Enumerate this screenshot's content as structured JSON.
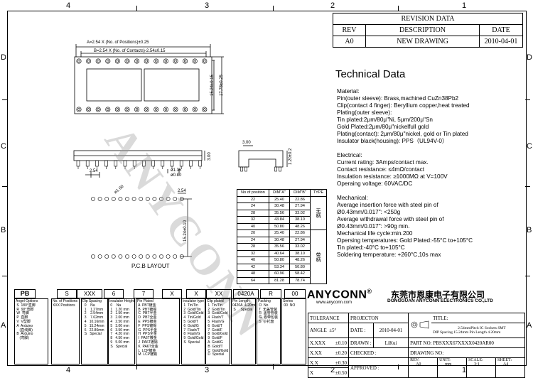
{
  "zones": {
    "top": [
      "4",
      "3",
      "2",
      "1"
    ],
    "side": [
      "D",
      "C",
      "B",
      "A"
    ]
  },
  "revision": {
    "title": "REVISION DATA",
    "headers": [
      "REV",
      "DESCRIPTION",
      "DATE"
    ],
    "row": [
      "A0",
      "NEW DRAWING",
      "2010-04-01"
    ]
  },
  "tech": {
    "title": "Technical Data",
    "lines": [
      "Material:",
      "Pin(outer sleeve): Brass,machined CuZn38Pb2",
      "Clip(contact 4 finger): Beryllium copper,heat treated",
      "Plating(outer sleeve):",
      "Tin plated:2μm/80μ\"Ni, 5μm/200μ\"Sn",
      "Gold Plated:2μm/80μ\"nickelfull gold",
      "Plating(contact): 2μm/80μ\"nickel, gold or Tin plated",
      "Insulator black(housing): PPS（UL94V-0）",
      "",
      "Electrical:",
      "Current rating: 3Amps/contact max.",
      "Contact resistance: ≤4mΩ/contact",
      "Insulation resistance: ≥1000MΩ at V=100V",
      "Operaing voltage: 60VAC/DC",
      "",
      "Mechanical:",
      "Average insertion force with steel pin of",
      "Ø0.43mm/0.017\": <250g",
      "Average withdrawal force with steel pin of",
      "Ø0.43mm/0.017\": >90g min.",
      "Mechanical life cycle:min.200",
      "Opersing temperatures: Gold Plated:-55°C to+105°C",
      "                              Tin plated:-40°C to+105°C",
      "Soldering temperature: +260°C,10s max"
    ]
  },
  "drawing": {
    "dim_a": "A=2.54 X (No. of Positions)±0.25",
    "dim_b": "B=2.54 X (No. of Contacts)-2.54±0.15",
    "dim_h1": "15.24±0.15",
    "dim_h2": "17.78±0.25",
    "dim_300": "3.00",
    "dim_120": "1.20±0.2",
    "dim_254": "2.54",
    "dim_135": "ø1.35",
    "dim_080": "ø0.80",
    "dim_100": "ø1.00",
    "dim_254b": "2.54",
    "dim_1524": "15.24±0.10",
    "dim_300b": "3.00",
    "pcb_label": "P.C.B LAYOUT",
    "watermark": "ANYCONN"
  },
  "pos_table": {
    "headers": [
      "No of position",
      "DIM\"A\"",
      "DIM\"B\"",
      "TYPE"
    ],
    "rows": [
      [
        "22",
        "25.40",
        "22.86"
      ],
      [
        "24",
        "30.48",
        "27.94"
      ],
      [
        "28",
        "35.56",
        "33.02"
      ],
      [
        "32",
        "43.84",
        "38.10"
      ],
      [
        "40",
        "50.80",
        "48.26"
      ],
      [
        "20",
        "25.40",
        "22.86"
      ],
      [
        "24",
        "30.48",
        "27.94"
      ],
      [
        "28",
        "35.56",
        "33.02"
      ],
      [
        "32",
        "40.64",
        "38.10"
      ],
      [
        "40",
        "50.80",
        "48.26"
      ],
      [
        "42",
        "53.34",
        "50.80"
      ],
      [
        "48",
        "60.96",
        "58.42"
      ],
      [
        "64",
        "81.28",
        "78.74"
      ]
    ],
    "type1": "无柄",
    "type2": "带柄"
  },
  "code": {
    "cells": [
      "PB",
      "S",
      "XXX",
      "6",
      "7",
      "X",
      "X",
      "XX",
      "0420A",
      "R",
      "00"
    ],
    "boxes": [
      "Angel Options\n S  180°直脚\n R  90°弯脚\n W  弯脚\n P  直脚\n V  V型脚\n A  Arduino\n    (直线脚)\n B  Arduino\n    (弯脚)",
      "No. of Positions\nXXX Positions",
      "Dip Spacing\n  0    Na\n  1    1.27mm\n  2    2.54mm\n  3    7.62mm\n  4   10.16mm\n  5   15.24mm\n  6   22.86mm\n  S   Special",
      "Insulator Height\n 0    Na\n 1   1.20 mm\n 2   1.50 mm\n 3   2.00 mm\n 4   2.50 mm\n 5   3.00 mm\n 6   3.50 mm\n 7   4.20 mm\n 8   4.50 mm\n 9   5.00 mm\n S   Special",
      "Pin Plated\n A  PBT镀金\n B  PBT镀锡\n C  PBT半金\n D  PBT全金\n E  PPS镀金\n F  PPS镀锡\n G  PPS半金\n H  PPS全金\n I  PA6T镀金\n J  PA6T镀锡\n K  PA6T全金\n L  LCP镀金\n M  LCP镀锡",
      "Insulator type\n 1  Tin/Tin\n 2  Gold/Tin\n 3  Gold/Gold\n 4  Tin/Gold\n 5  Gold/T\n 6  Gold/G\n 7  Flash/T\n 8  Flash/G\n 9  Gold/Gold\n S  Special",
      "Clip plated\n 1  Tin/Tin\n 2  Gold/Tin\n 3  Gold/Gold\n 4  Flash/T\n 5  Flash/G\n 6  Gold/T\n 7  Gold/F\n 8  Gold/Gold\n 9  Gold/F\n A  Gold/G\n B  Gold/T\n C  Gold/Gold\n D  Special",
      "Pin Length\n0420A  4.20mm\n S     Special",
      "Packing\n O  No\n T  无盖管装\n R  盖管管装\n G  卷带包装\n S  小托盘",
      "Series\n 00  NO"
    ]
  },
  "company": {
    "name": "ANYCONN",
    "reg": "®",
    "cn": "东莞市恩康电子有限公司",
    "en": "DONGGUAN  ANYCONN  ELECTRONICS CO.,LTD",
    "url": "www.anyconn.com"
  },
  "title_block": {
    "tolerance": "TOLERANCE",
    "angle_label": "ANGLE",
    "angle": "±5°",
    "tol": [
      [
        "X.XXX",
        "±0.10"
      ],
      [
        "X.XX",
        "±0.20"
      ],
      [
        "X.X",
        "±0.30"
      ],
      [
        "X",
        "±0.50"
      ]
    ],
    "projection": "PROJECTON",
    "date_label": "DATE :",
    "date": "2010-04-01",
    "drawn_label": "DRAWN :",
    "drawn": "LiKui",
    "checked_label": "CHECKED :",
    "approved_label": "APPROVED :",
    "title_label": "TITLE:",
    "title1": "2.54mmPitch IC Sockets SMT",
    "title2": "DIP Spacing 15.24mm Pin Length 4.20mm",
    "part_label": "PART NO:",
    "part": "PBSXXX67XXXX0420AR00",
    "drawing_label": "DRAWING NO:",
    "rev_label": "REV:",
    "rev": "A0",
    "unit_label": "UNIT:",
    "unit": "mm",
    "scale_label": "SCALE:",
    "scale": "3:1",
    "sheet_label": "SHEET:",
    "sheet": "A4"
  }
}
